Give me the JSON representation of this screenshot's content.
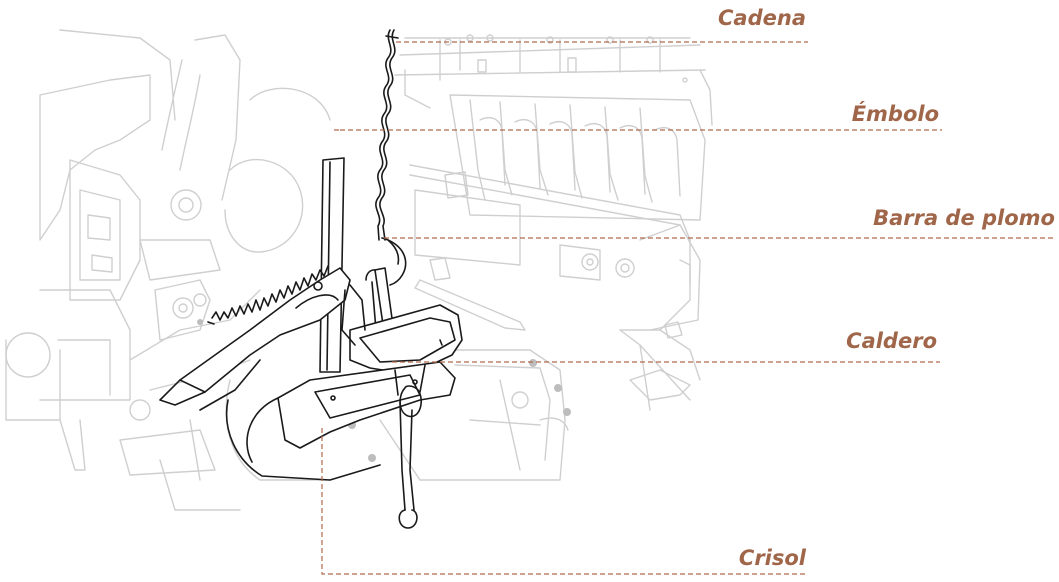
{
  "colors": {
    "label": "#a0664a",
    "leader": "#b06a4e",
    "machine_faint": "#c9c9c9",
    "machine_mid": "#a8a8a8",
    "parts_dark": "#1a1a1a"
  },
  "labels": {
    "cadena": "Cadena",
    "embolo": "Émbolo",
    "barra_de_plomo": "Barra de plomo",
    "caldero": "Caldero",
    "crisol": "Crisol"
  }
}
